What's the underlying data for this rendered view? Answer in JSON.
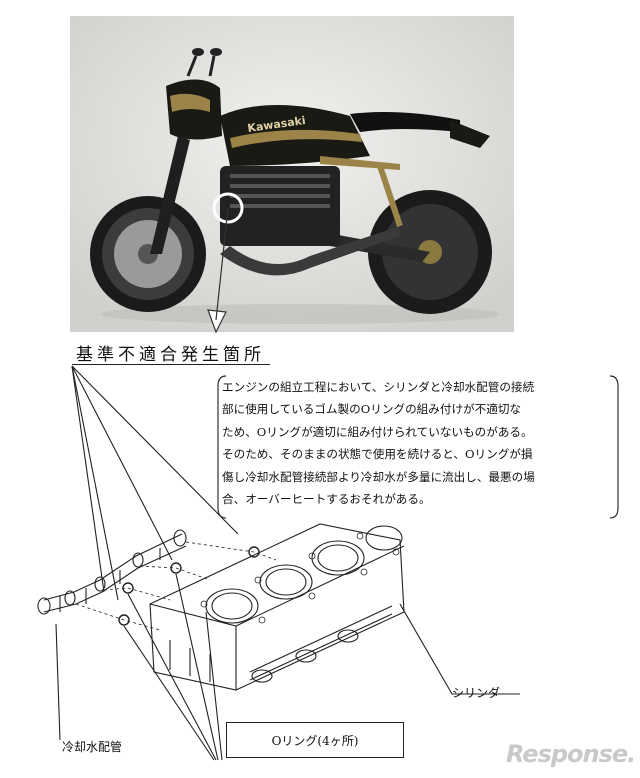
{
  "photo": {
    "brand_text": "Kawasaki",
    "colors": {
      "body": "#1a1a14",
      "stripe_gold": "#9c8348",
      "background": "#d9d9d6"
    }
  },
  "heading": "基準不適合発生箇所",
  "note": {
    "lines": [
      "エンジンの組立工程において、シリンダと冷却水配管の接続",
      "部に使用しているゴム製のOリングの組み付けが不適切な",
      "ため、Oリングが適切に組み付けられていないものがある。",
      "そのため、そのままの状態で使用を続けると、Oリングが損",
      "傷し冷却水配管接続部より冷却水が多量に流出し、最悪の場",
      "合、オーバーヒートするおそれがある。"
    ]
  },
  "labels": {
    "cylinder": "シリンダ",
    "cooling_pipe": "冷却水配管",
    "o_ring": "Oリング(4ヶ所)"
  },
  "watermark": "Response."
}
